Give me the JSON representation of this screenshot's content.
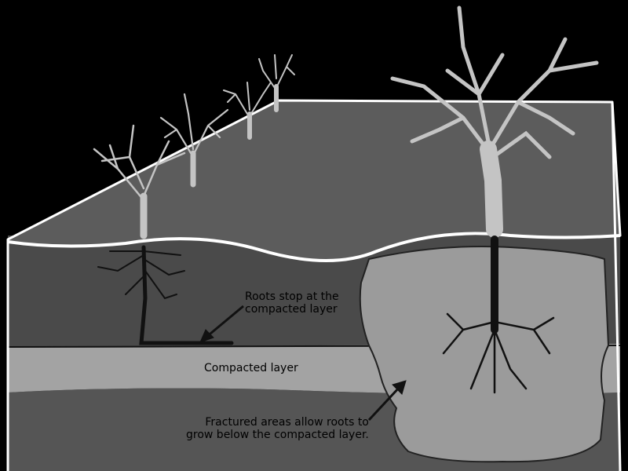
{
  "labels": {
    "roots_stop": [
      "Roots stop at the",
      "compacted layer"
    ],
    "compacted": "Compacted layer",
    "fractured": [
      "Fractured areas allow roots to",
      "grow below the compacted layer."
    ]
  },
  "colors": {
    "background": "#000000",
    "surface": "#5c5c5c",
    "upper_soil": "#4a4a4a",
    "compacted_layer": "#a3a3a3",
    "lower_soil": "#555555",
    "fractured_area": "#9b9b9b",
    "tree": "#c4c4c4",
    "root": "#111111",
    "outline": "#ffffff"
  }
}
